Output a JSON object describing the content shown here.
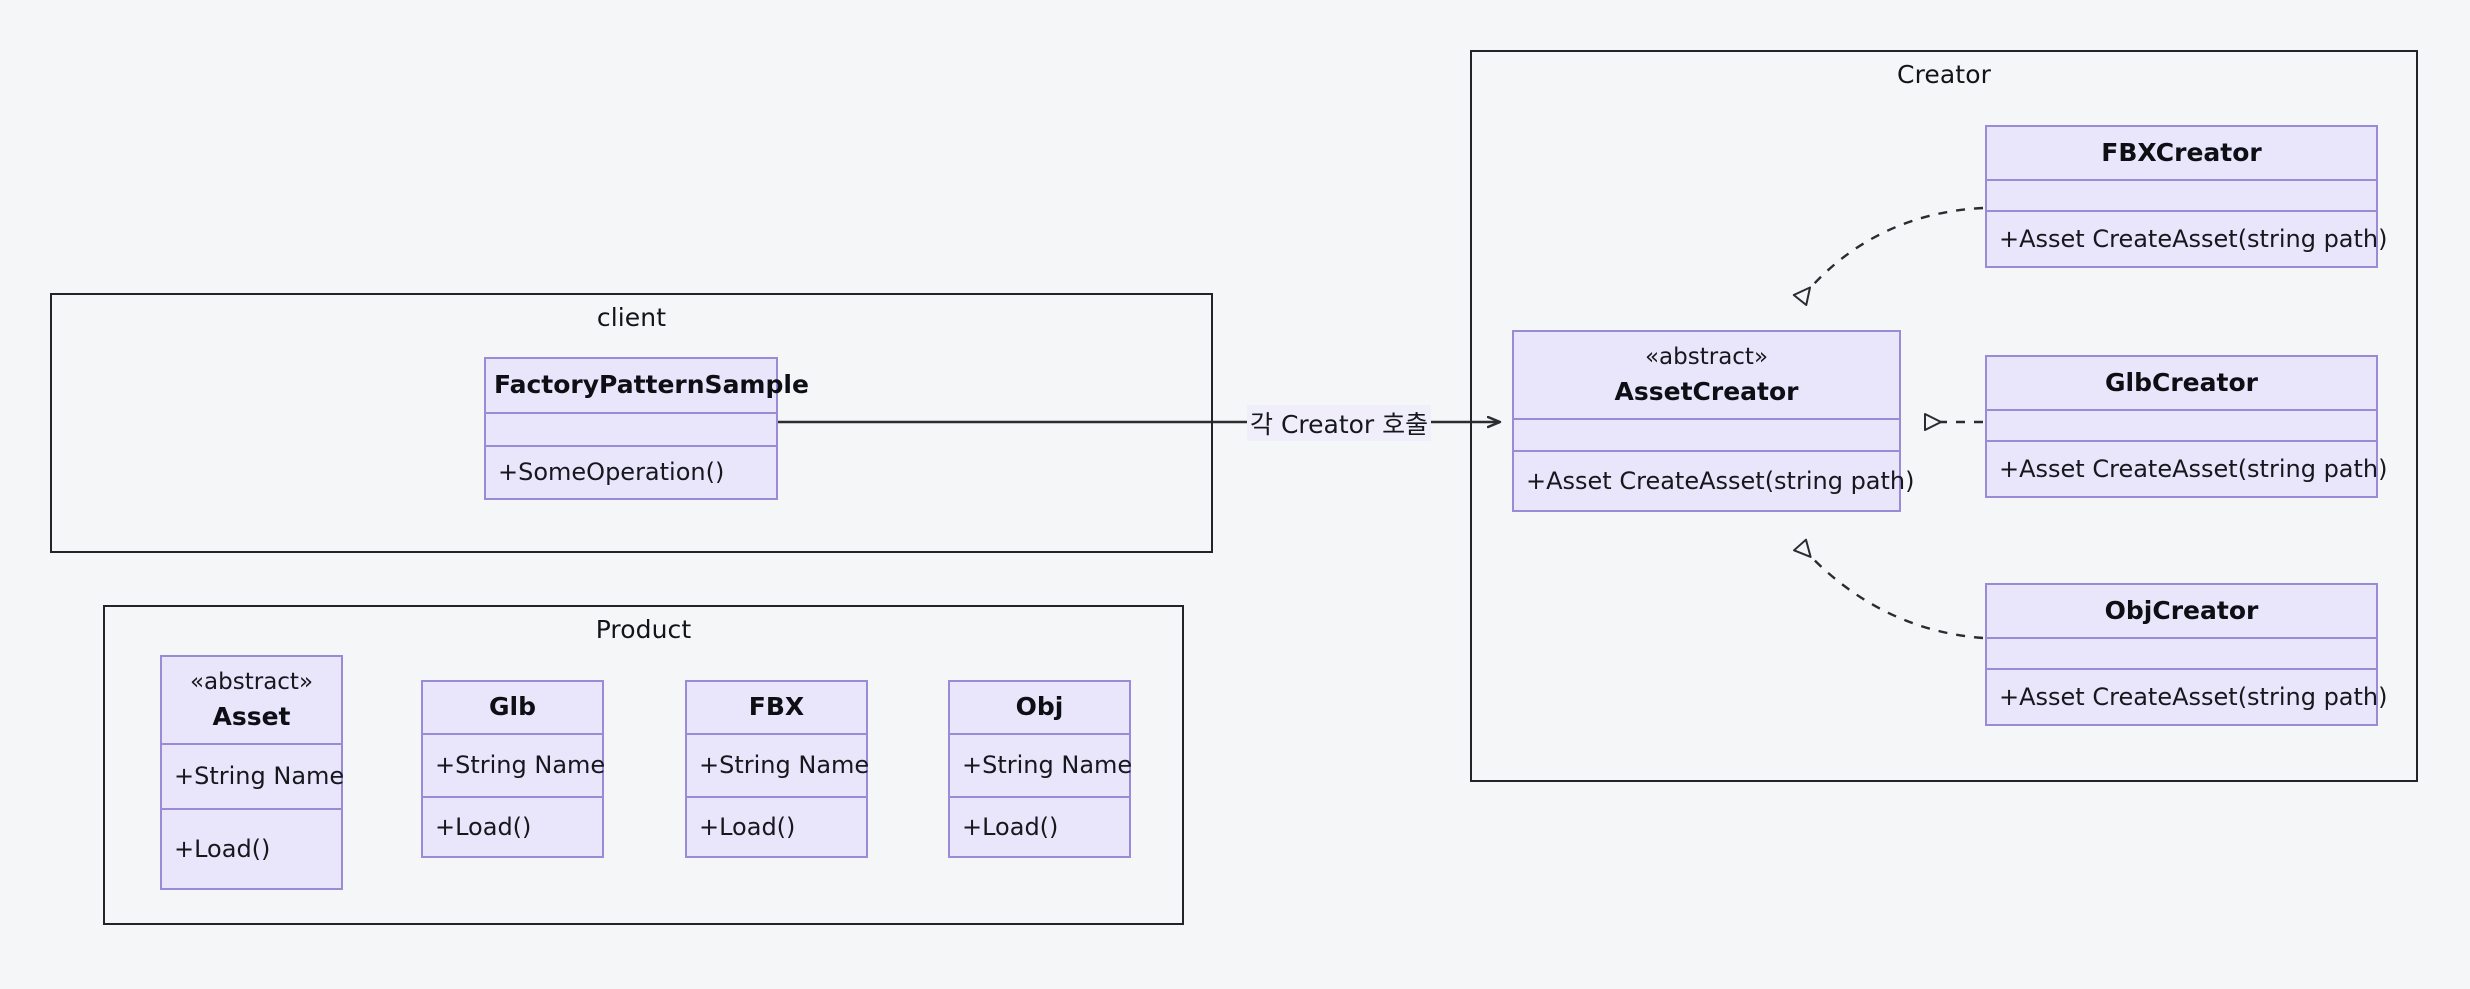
{
  "diagram": {
    "title": "Factory Pattern UML Class Diagram",
    "type": "uml-class-diagram",
    "background_color": "#f5f6f8",
    "class_fill_color": "#e9e5fb",
    "class_border_color": "#9b8ad6",
    "package_border_color": "#23242a",
    "connector_color": "#2b2b30"
  },
  "packages": {
    "client": {
      "label": "client"
    },
    "product": {
      "label": "Product"
    },
    "creator": {
      "label": "Creator"
    }
  },
  "classes": {
    "factory_pattern_sample": {
      "stereotype": "",
      "name": "FactoryPatternSample",
      "attributes": [],
      "operations": [
        "+SomeOperation()"
      ]
    },
    "asset": {
      "stereotype": "«abstract»",
      "name": "Asset",
      "attributes": [
        "+String Name"
      ],
      "operations": [
        "+Load()"
      ]
    },
    "glb": {
      "stereotype": "",
      "name": "Glb",
      "attributes": [
        "+String Name"
      ],
      "operations": [
        "+Load()"
      ]
    },
    "fbx": {
      "stereotype": "",
      "name": "FBX",
      "attributes": [
        "+String Name"
      ],
      "operations": [
        "+Load()"
      ]
    },
    "obj": {
      "stereotype": "",
      "name": "Obj",
      "attributes": [
        "+String Name"
      ],
      "operations": [
        "+Load()"
      ]
    },
    "asset_creator": {
      "stereotype": "«abstract»",
      "name": "AssetCreator",
      "attributes": [],
      "operations": [
        "+Asset CreateAsset(string path)"
      ]
    },
    "fbx_creator": {
      "stereotype": "",
      "name": "FBXCreator",
      "attributes": [],
      "operations": [
        "+Asset CreateAsset(string path)"
      ]
    },
    "glb_creator": {
      "stereotype": "",
      "name": "GlbCreator",
      "attributes": [],
      "operations": [
        "+Asset CreateAsset(string path)"
      ]
    },
    "obj_creator": {
      "stereotype": "",
      "name": "ObjCreator",
      "attributes": [],
      "operations": [
        "+Asset CreateAsset(string path)"
      ]
    }
  },
  "connectors": {
    "client_to_creator": {
      "label": "각 Creator 호출",
      "from": "FactoryPatternSample",
      "to": "AssetCreator",
      "style": "solid",
      "arrow": "open-arrow"
    },
    "fbx_realization": {
      "label": "",
      "from": "FBXCreator",
      "to": "AssetCreator",
      "style": "dashed",
      "arrow": "hollow-triangle"
    },
    "glb_realization": {
      "label": "",
      "from": "GlbCreator",
      "to": "AssetCreator",
      "style": "dashed",
      "arrow": "hollow-triangle"
    },
    "obj_realization": {
      "label": "",
      "from": "ObjCreator",
      "to": "AssetCreator",
      "style": "dashed",
      "arrow": "hollow-triangle"
    }
  }
}
